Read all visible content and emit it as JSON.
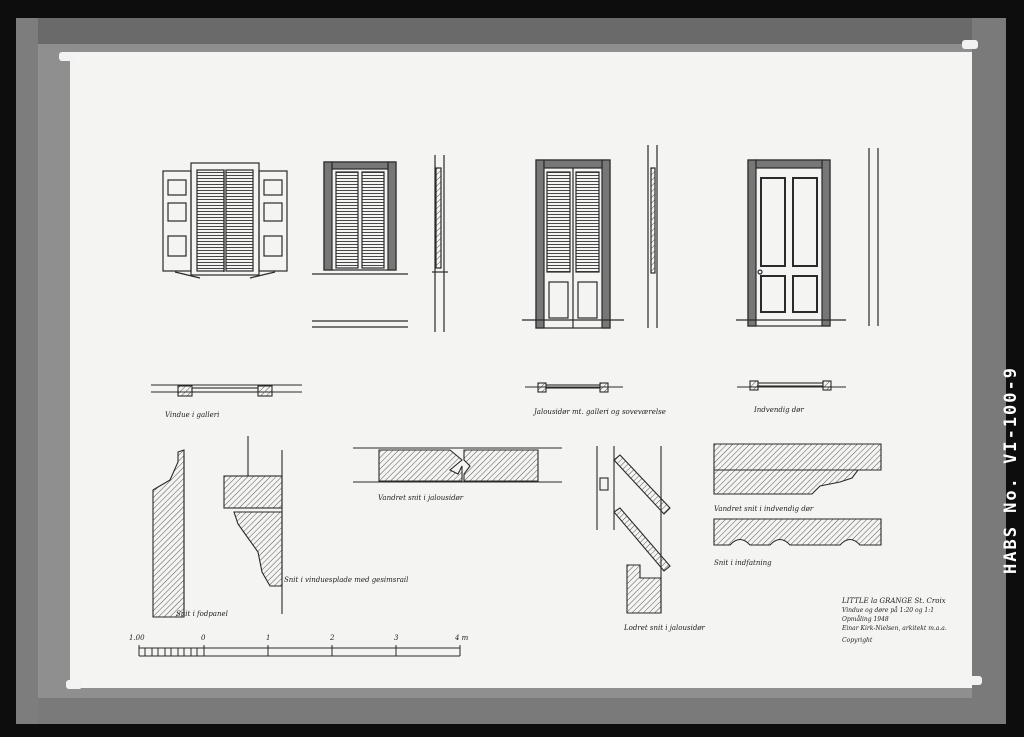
{
  "sheet_id": "HABS No. VI-100-9",
  "captions": {
    "vindue_galleri": "Vindue i galleri",
    "jalousidor": "Jalousidør mt. galleri og soveværelse",
    "indvendig_dor": "Indvendig dør",
    "fodpanel": "Snit i fodpanel",
    "vinduesplade": "Snit i vinduesplade med gesimsrail",
    "vandret_jalousidor": "Vandret snit i jalousidør",
    "lodret_jalousidor": "Lodret snit i jalousidør",
    "vandret_indvendig": "Vandret snit i indvendig dør",
    "indfatning": "Snit i indfatning"
  },
  "title_block": {
    "line1": "LITTLE la GRANGE  St. Croix",
    "line2": "Vindue og døre på 1:20 og 1:1",
    "line3": "Opmåling 1948",
    "line4": "Einar Kirk-Nielsen, arkitekt m.a.a.",
    "line5": "Copyright"
  },
  "scale_bar": {
    "labels": [
      "1.00",
      "0",
      "1",
      "2",
      "3",
      "4 m"
    ]
  },
  "colors": {
    "background": "#0d0d0d",
    "mat": "#8e8e8e",
    "paper": "#f4f4f2",
    "ink": "#2a2a2a"
  }
}
